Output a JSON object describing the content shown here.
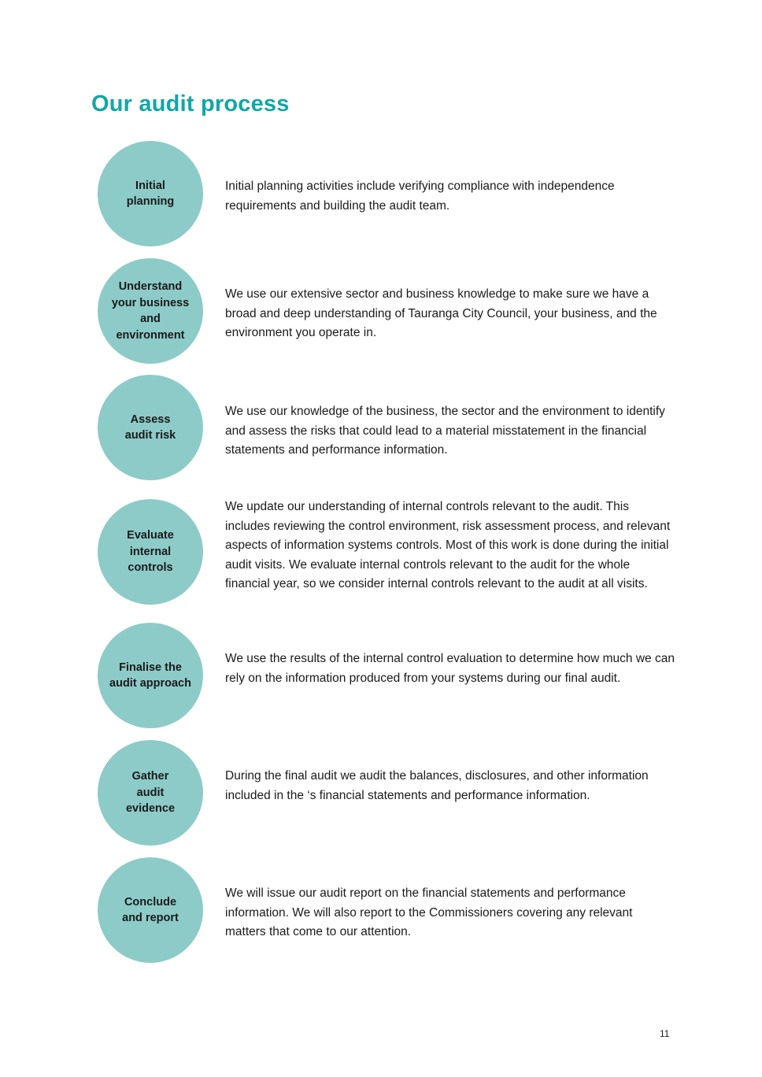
{
  "title": "Our audit process",
  "accent_color": "#12a6a6",
  "circle_color": "#8ccbc8",
  "steps": [
    {
      "label": "Initial\nplanning",
      "description": "Initial planning activities include verifying compliance with independence requirements and building the audit team."
    },
    {
      "label": "Understand\nyour business\nand\nenvironment",
      "description": "We use our extensive sector and business knowledge to make sure we have a broad and deep understanding of Tauranga City Council, your business, and the environment you operate in."
    },
    {
      "label": "Assess\naudit risk",
      "description": "We use our knowledge of the business, the sector and the environment to identify and assess the risks that could lead to a material misstatement in the financial statements and performance information."
    },
    {
      "label": "Evaluate\ninternal\ncontrols",
      "description": "We update our understanding of internal controls relevant to the audit. This includes reviewing the control environment, risk assessment process, and relevant aspects of information systems controls. Most of this work is done during the initial audit visits. We evaluate internal controls relevant to the audit for the whole financial year, so we consider internal controls relevant to the audit at all visits."
    },
    {
      "label": "Finalise the\naudit approach",
      "description": "We use the results of the internal control evaluation to determine how much we can rely on the information produced from your systems during our final audit."
    },
    {
      "label": "Gather\naudit\nevidence",
      "description": "During the final audit we audit the balances, disclosures, and other information included in the ‘s financial statements and performance information."
    },
    {
      "label": "Conclude\nand report",
      "description": "We will issue our audit report on the financial statements and performance information. We will also report to the Commissioners covering any relevant matters that come to our attention."
    }
  ],
  "page_number": "11"
}
